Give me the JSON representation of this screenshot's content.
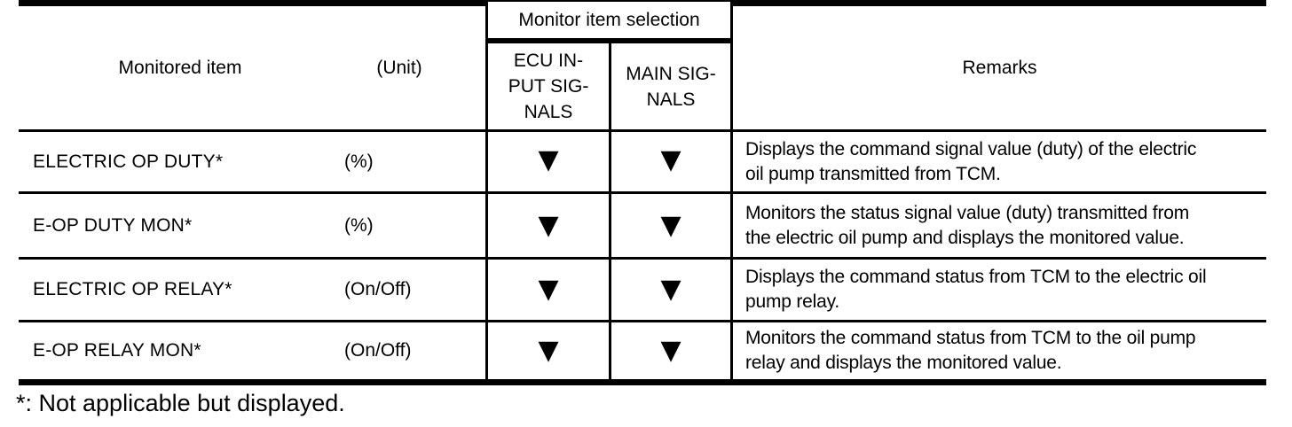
{
  "header": {
    "monitored_item": "Monitored item",
    "unit": "(Unit)",
    "monitor_item_selection": "Monitor item selection",
    "ecu_input_signals": "ECU IN-\nPUT SIG-\nNALS",
    "main_signals": "MAIN SIG-\nNALS",
    "remarks": "Remarks"
  },
  "rows": [
    {
      "item": "ELECTRIC OP DUTY*",
      "unit": "(%)",
      "ecu_input": "▼",
      "main": "▼",
      "remarks": "Displays the command signal value (duty) of the electric\noil pump transmitted from TCM."
    },
    {
      "item": "E-OP DUTY MON*",
      "unit": "(%)",
      "ecu_input": "▼",
      "main": "▼",
      "remarks": "Monitors the status signal value (duty) transmitted from\nthe electric oil pump and displays the monitored value."
    },
    {
      "item": "ELECTRIC OP RELAY*",
      "unit": "(On/Off)",
      "ecu_input": "▼",
      "main": "▼",
      "remarks": "Displays the command status from TCM to the electric oil\npump relay."
    },
    {
      "item": "E-OP RELAY MON*",
      "unit": "(On/Off)",
      "ecu_input": "▼",
      "main": "▼",
      "remarks": "Monitors the command status from TCM to the oil pump\nrelay and displays the monitored value."
    }
  ],
  "footnote": "*: Not applicable but displayed.",
  "colors": {
    "text": "#000000",
    "border": "#000000",
    "background": "#ffffff"
  }
}
